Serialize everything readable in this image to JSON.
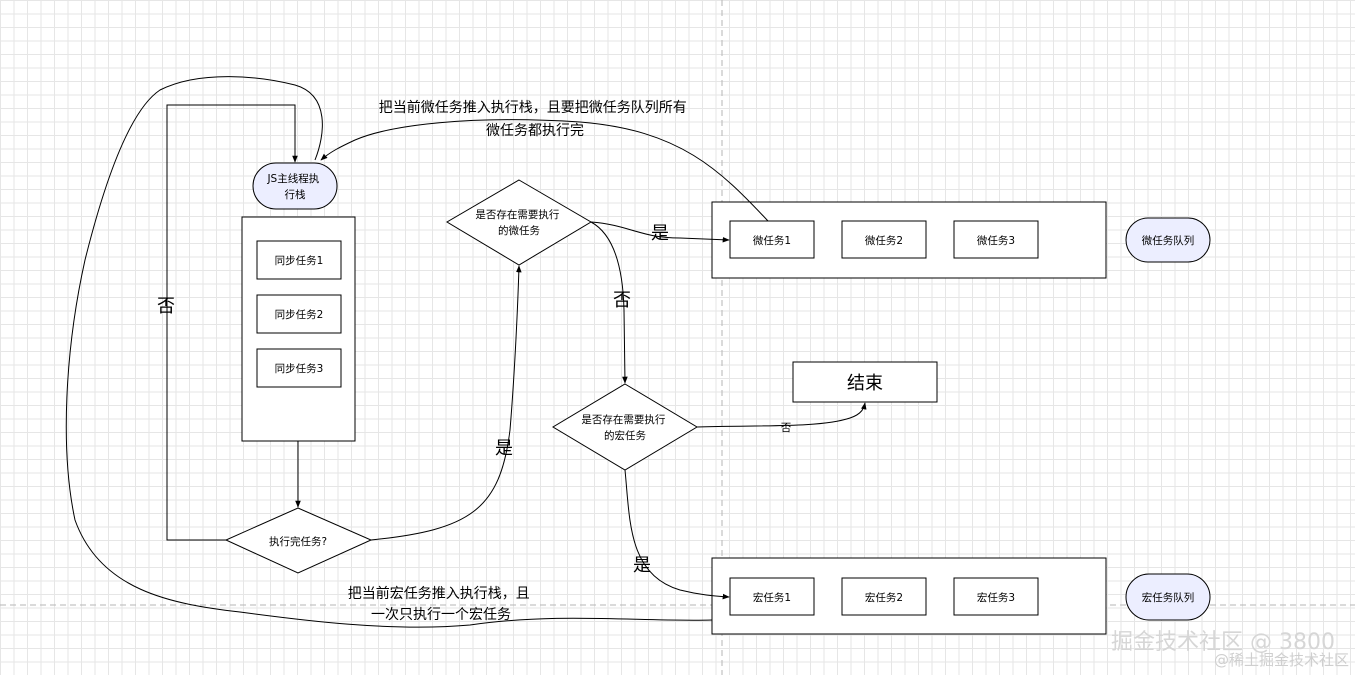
{
  "nodes": {
    "js_main_stack": [
      "JS主线程执",
      "行栈"
    ],
    "sync_tasks": [
      "同步任务1",
      "同步任务2",
      "同步任务3"
    ],
    "micro_check": [
      "是否存在需要执行",
      "的微任务"
    ],
    "macro_check": [
      "是否存在需要执行",
      "的宏任务"
    ],
    "finished_check": "执行完任务?",
    "end": "结束",
    "micro_tasks": [
      "微任务1",
      "微任务2",
      "微任务3"
    ],
    "macro_tasks": [
      "宏任务1",
      "宏任务2",
      "宏任务3"
    ],
    "micro_queue": "微任务队列",
    "macro_queue": "宏任务队列"
  },
  "edge_labels": {
    "push_micro": [
      "把当前微任务推入执行栈，且要把微任务队列所有",
      "微任务都执行完"
    ],
    "push_macro": [
      "把当前宏任务推入执行栈，且",
      "一次只执行一个宏任务"
    ],
    "micro_yes": "是",
    "micro_no": "否",
    "finished_no": "否",
    "finished_yes": "是",
    "macro_no": "否",
    "macro_yes": "是"
  },
  "watermark": {
    "main": "掘金技术社区 @ 3800",
    "sub": "@稀土掘金技术社区"
  },
  "colors": {
    "stroke": "#000000",
    "pill_fill": "#eceeff",
    "box_fill": "#ffffff",
    "guide": "#b5b5b5"
  }
}
